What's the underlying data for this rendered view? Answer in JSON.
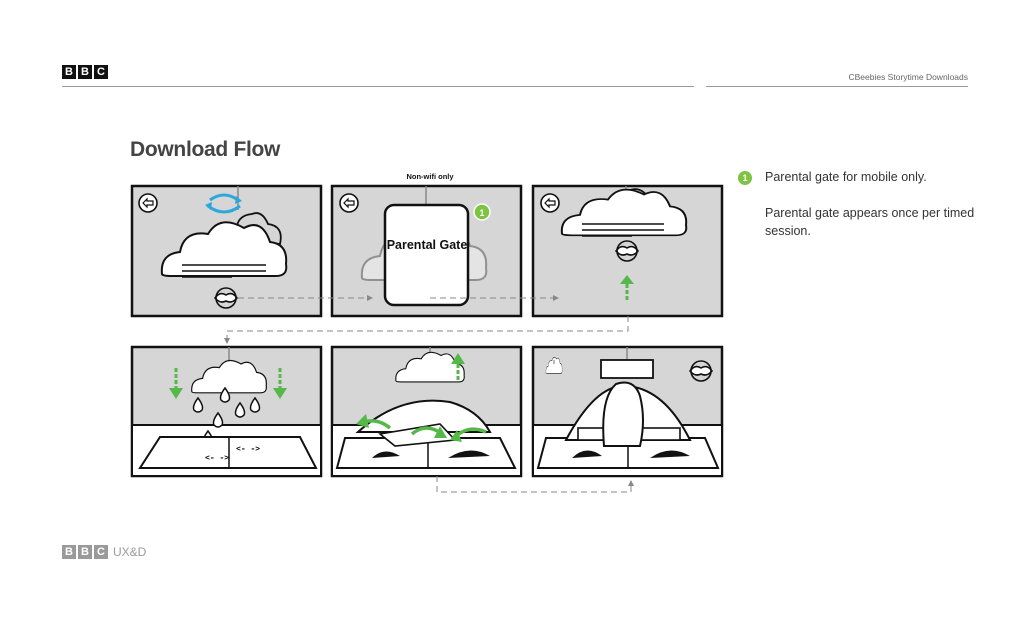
{
  "header": {
    "logo_letters": [
      "B",
      "B",
      "C"
    ],
    "title": "CBeebies Storytime Downloads"
  },
  "page": {
    "title": "Download Flow"
  },
  "flow": {
    "nonwifi_label": "Non-wifi only",
    "gate_text": "Parental Gate",
    "gate_badge": "1"
  },
  "notes": {
    "badge": "1",
    "note1": "Parental gate for mobile only.",
    "note2": "Parental gate appears once per timed session."
  },
  "footer": {
    "logo_letters": [
      "B",
      "B",
      "C"
    ],
    "suffix": "UX&D"
  },
  "colors": {
    "panel_bg": "#d6d6d6",
    "arrow_green": "#55b848",
    "rotate_blue": "#2ca7dc",
    "badge_green": "#7fc343",
    "dash_gray": "#888888"
  },
  "icons": [
    "back-arrow-icon",
    "rotate-icon",
    "download-arrow-icon",
    "book-icon",
    "cloud-icon",
    "raindrop-icon",
    "swipe-arrow-icon"
  ]
}
